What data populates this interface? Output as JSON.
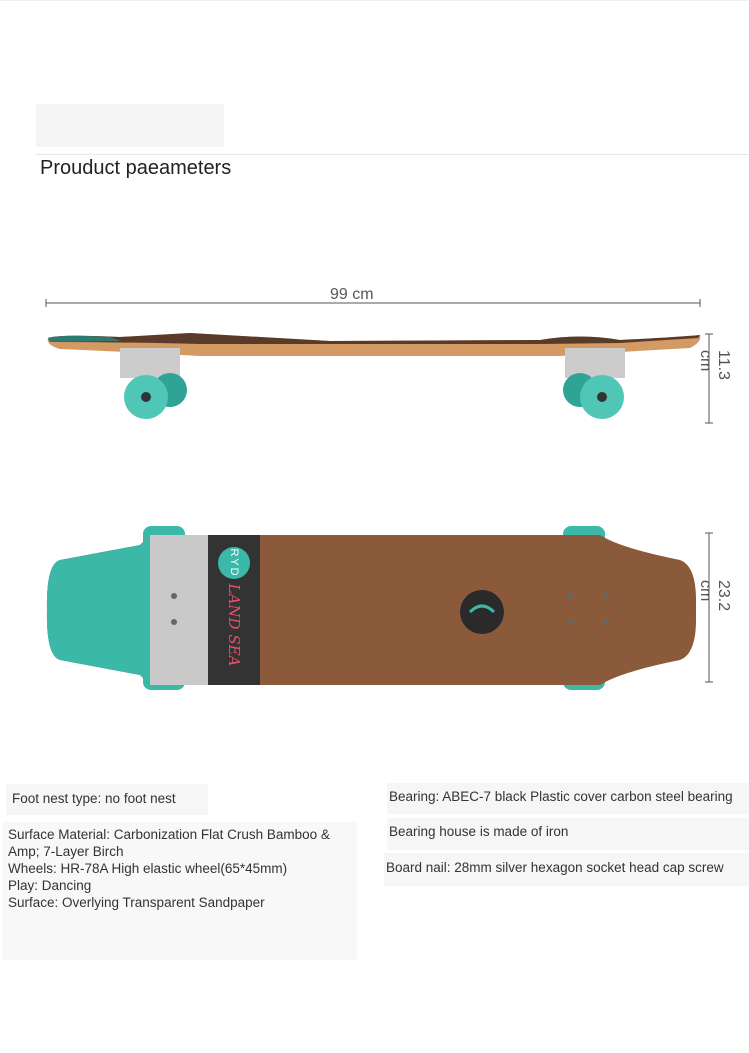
{
  "header": {
    "title": "Prouduct paeameters"
  },
  "dimensions": {
    "length": "99 cm",
    "height": "11.3 cm",
    "width": "23.2 cm"
  },
  "deck_graphic": {
    "logo1": "RYD",
    "logo2": "LAND SEA"
  },
  "colors": {
    "teal": "#3bb8a8",
    "wood": "#8a5a3a",
    "grip": "#3a3a3a"
  },
  "specs": {
    "foot_nest": "Foot nest type: no foot nest",
    "left_lines": [
      "Surface Material: Carbonization Flat Crush Bamboo &",
      "Amp; 7-Layer Birch",
      "Wheels: HR-78A High elastic wheel(65*45mm)",
      "Play: Dancing",
      "Surface: Overlying Transparent Sandpaper"
    ],
    "bearing": "Bearing: ABEC-7 black Plastic cover carbon steel bearing",
    "bearing_house": "Bearing house is made of iron",
    "board_nail": "Board nail: 28mm silver hexagon socket head cap screw"
  }
}
